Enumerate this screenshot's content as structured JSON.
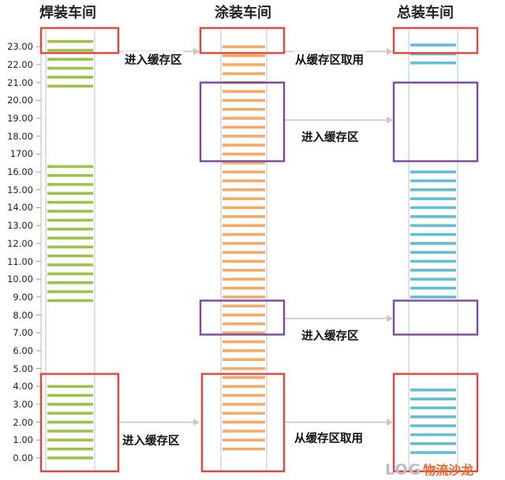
{
  "workshops": {
    "welding": {
      "title": "焊装车间",
      "color": "#9cc24a"
    },
    "painting": {
      "title": "涂装车间",
      "color": "#f4ab67"
    },
    "assembly": {
      "title": "总装车间",
      "color": "#63bdd6"
    }
  },
  "time_axis": {
    "ticks": [
      "23.00",
      "22.00",
      "21.00",
      "20.00",
      "19.00",
      "18.00",
      "1700",
      "16.00",
      "15.00",
      "14.00",
      "13.00",
      "12.00",
      "11.00",
      "10.00",
      "9.00",
      "8.00",
      "7.00",
      "6.00",
      "5.00",
      "4.00",
      "3.00",
      "2.00",
      "1.00",
      "0.00"
    ]
  },
  "schedule": {
    "welding": [
      [
        0,
        4
      ],
      [
        8.8,
        16.4
      ],
      [
        20.8,
        23.4
      ]
    ],
    "painting": [
      [
        0.5,
        23.3
      ]
    ],
    "assembly": [
      [
        0.3,
        4
      ],
      [
        9,
        16.3
      ],
      [
        22.1,
        23.2
      ]
    ]
  },
  "flows": [
    {
      "label": "进入缓存区",
      "color": "red",
      "from_hours": [
        22.1,
        23.4
      ],
      "to_hours": [
        22.1,
        23.4
      ],
      "stage": "welding-to-painting"
    },
    {
      "label": "从缓存区取用",
      "color": "red",
      "stage": "painting-to-assembly"
    },
    {
      "label": "进入缓存区",
      "color": "purple",
      "stage": "painting-to-assembly"
    },
    {
      "label": "进入缓存区",
      "color": "purple",
      "stage": "painting-to-assembly"
    },
    {
      "label": "进入缓存区",
      "color": "red",
      "stage": "welding-to-painting"
    },
    {
      "label": "从缓存区取用",
      "color": "red",
      "stage": "painting-to-assembly"
    }
  ],
  "colors": {
    "red": "#e8423c",
    "purple": "#7b4a9e",
    "arrow": "#c8c8c8",
    "gridline": "#cccccc"
  },
  "logo": {
    "mark": "LOG",
    "name": "物流沙龙"
  }
}
